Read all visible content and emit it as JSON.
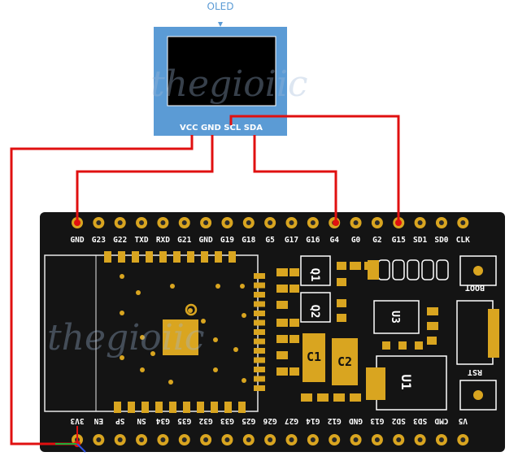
{
  "oled": {
    "title": "OLED",
    "pin_labels": "VCC GND SCL SDA"
  },
  "watermark": "thegioiic",
  "board": {
    "top_pins": [
      "GND",
      "G23",
      "G22",
      "TXD",
      "RXD",
      "G21",
      "GND",
      "G19",
      "G18",
      "G5",
      "G17",
      "G16",
      "G4",
      "G0",
      "G2",
      "G15",
      "SD1",
      "SD0",
      "CLK"
    ],
    "bottom_pins": [
      "3V3",
      "EN",
      "SP",
      "SN",
      "G34",
      "G35",
      "G32",
      "G33",
      "G25",
      "G26",
      "G27",
      "G14",
      "G12",
      "GND",
      "G13",
      "SD2",
      "SD3",
      "CMD",
      "V5"
    ],
    "labels": {
      "boot": "BOOT",
      "rst": "RST",
      "q1": "Q1",
      "q2": "Q2",
      "u3": "U3",
      "c1": "C1",
      "c2": "C2",
      "u1": "U1"
    }
  },
  "colors": {
    "wire": "#e01010",
    "board": "#141414",
    "gold": "#d9a520",
    "oled_frame": "#5b9bd5"
  }
}
